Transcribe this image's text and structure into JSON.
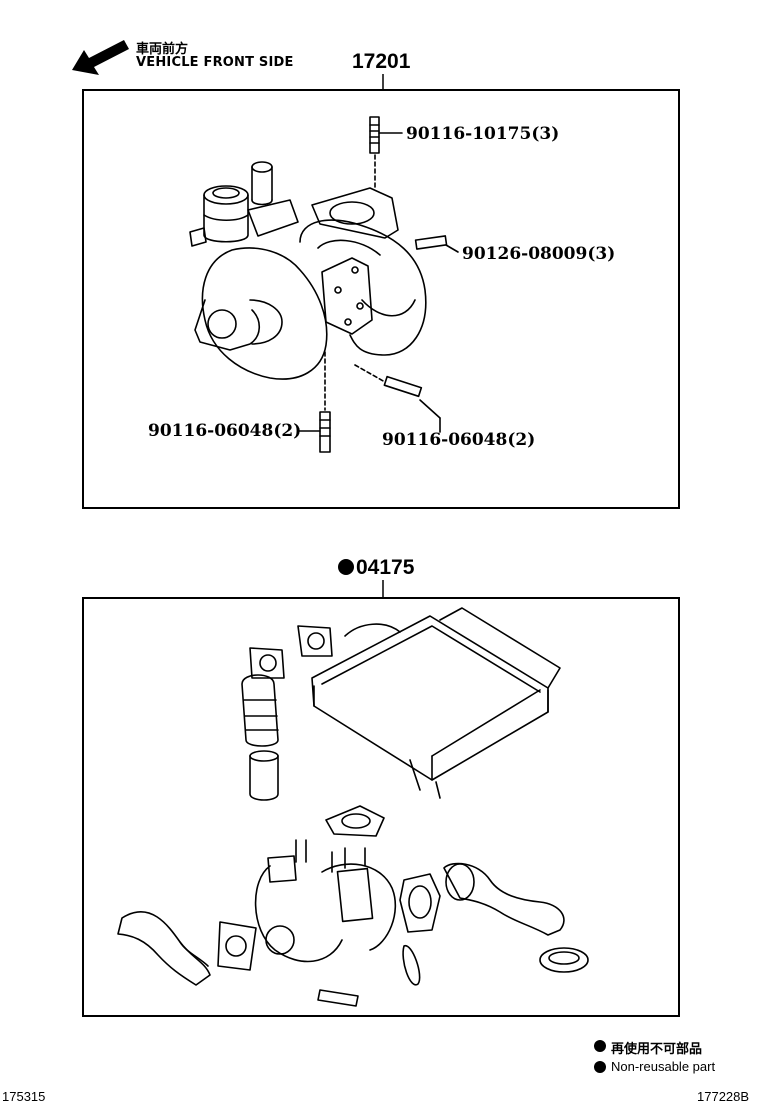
{
  "header": {
    "direction_jp": "車両前方",
    "direction_en": "VEHICLE FRONT SIDE"
  },
  "assembly_top": {
    "part_no": "17201",
    "callouts": [
      "90116-10175(3)",
      "90126-08009(3)",
      "90116-06048(2)",
      "90116-06048(2)"
    ]
  },
  "assembly_bottom": {
    "part_no": "04175"
  },
  "legend": {
    "jp": "再使用不可部品",
    "en": "Non-reusable part"
  },
  "footer": {
    "left_code": "175315",
    "right_code": "177228B"
  }
}
